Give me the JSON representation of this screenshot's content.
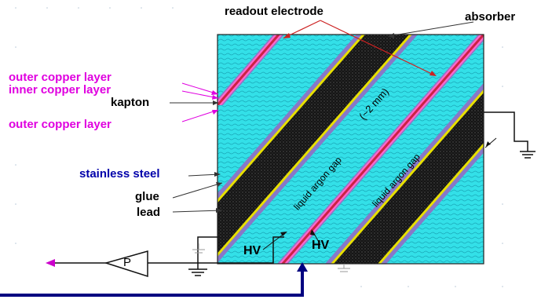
{
  "title": "",
  "labels": {
    "readout_electrode": "readout electrode",
    "absorber": "absorber",
    "outer_copper_top": "outer copper layer",
    "inner_copper": "inner copper layer",
    "kapton": "kapton",
    "outer_copper_bottom": "outer copper layer",
    "stainless_steel": "stainless steel",
    "glue": "glue",
    "lead": "lead",
    "gap_width": "(~2 mm)",
    "argon_gap_1": "liquid argon gap",
    "argon_gap_2": "liquid argon gap",
    "hv_left": "HV",
    "hv_right": "HV",
    "preamp": "P"
  },
  "colors": {
    "argon": "#33e0e8",
    "lead": "#1e1e1e",
    "steel": "#8878c8",
    "glue": "#e8e000",
    "copper": "#ff66cc",
    "kapton": "#cc2244",
    "readout_label": "#000000",
    "copper_label": "#e000e0",
    "steel_label": "#0000aa",
    "cable": "#000080"
  }
}
